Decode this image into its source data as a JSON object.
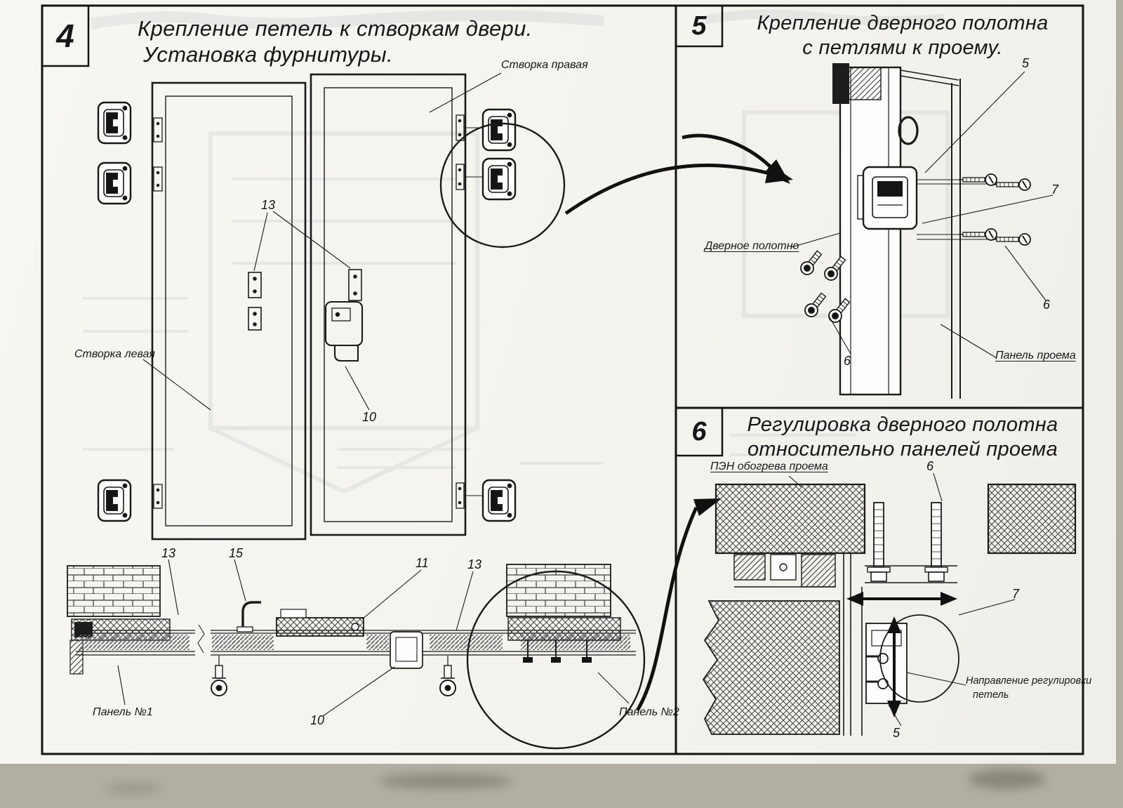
{
  "sheet": {
    "panel4": {
      "number": "4",
      "title1": "Крепление петель к створкам двери.",
      "title2": "Установка фурнитуры.",
      "labels": {
        "right_leaf": "Створка правая",
        "left_leaf": "Створка левая",
        "panel1": "Панель №1",
        "panel2": "Панель №2"
      },
      "callouts": {
        "c13_top": "13",
        "c10_mid": "10",
        "c13_b1": "13",
        "c15": "15",
        "c11": "11",
        "c13_b2": "13",
        "c10_b": "10"
      }
    },
    "panel5": {
      "number": "5",
      "title1": "Крепление дверного полотна",
      "title2": "с петлями к проему.",
      "labels": {
        "door_leaf": "Дверное полотно",
        "opening_panel": "Панель проема"
      },
      "callouts": {
        "c5": "5",
        "c7": "7",
        "c6_right": "6",
        "c6_left": "6"
      }
    },
    "panel6": {
      "number": "6",
      "title1": "Регулировка дверного полотна",
      "title2": "относительно панелей проема",
      "labels": {
        "pen": "ПЭН обогрева проема",
        "direction1": "Направление регулировки",
        "direction2": "петель"
      },
      "callouts": {
        "c6": "6",
        "c7": "7",
        "c5": "5"
      }
    }
  }
}
